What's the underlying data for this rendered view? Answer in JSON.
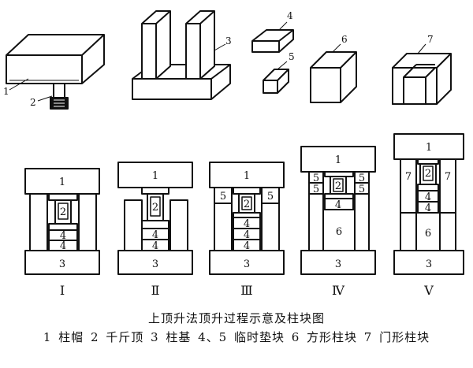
{
  "title": "上顶升法顶升过程示意及柱块图",
  "legend": "1 柱帽  2 千斤顶  3 柱基  4、5 临时垫块  6 方形柱块  7 门形柱块",
  "top_labels": {
    "l1": "1",
    "l2": "2",
    "l3": "3",
    "l4": "4",
    "l5": "5",
    "l6": "6",
    "l7": "7"
  },
  "stages": [
    "Ⅰ",
    "Ⅱ",
    "Ⅲ",
    "Ⅳ",
    "Ⅴ"
  ],
  "block_labels": {
    "cap": "1",
    "jack": "2",
    "base": "3",
    "pad4": "4",
    "pad5": "5",
    "square": "6",
    "door": "7"
  }
}
